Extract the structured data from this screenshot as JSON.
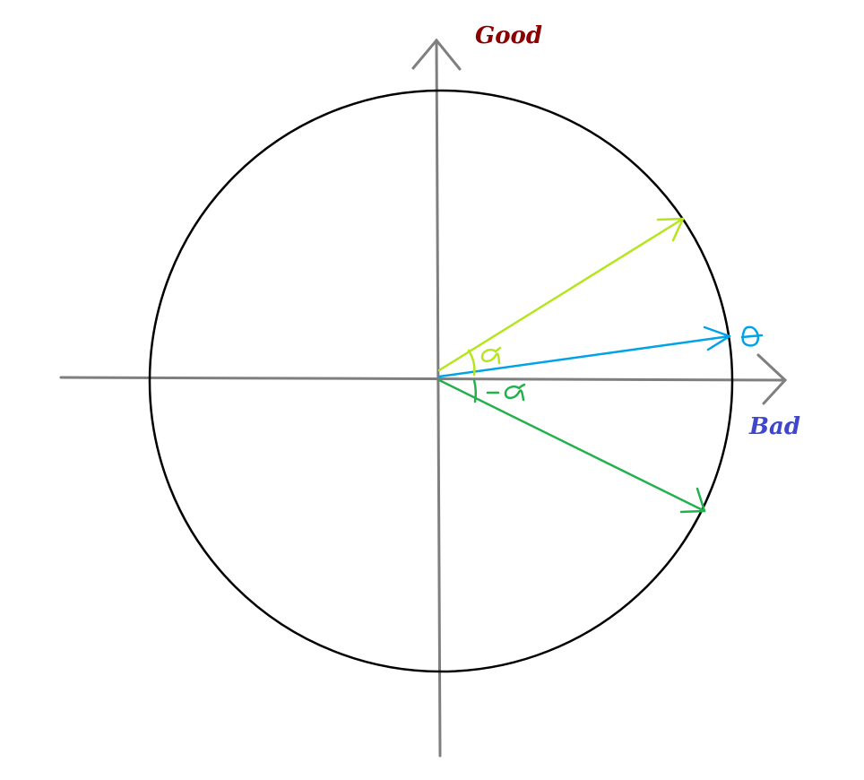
{
  "labels": {
    "good": "Good",
    "bad": "Bad"
  },
  "colors": {
    "axis": "#7f7f7f",
    "circle": "#000000",
    "good_label": "#8b0000",
    "bad_label": "#3f48cc",
    "vector_alpha": "#b5e61d",
    "vector_theta": "#00a2e8",
    "vector_minus_alpha": "#22b14c"
  },
  "vectors": [
    {
      "name": "alpha-vector",
      "label_glyph": "alpha",
      "angle_deg": 31
    },
    {
      "name": "theta-vector",
      "label_glyph": "theta",
      "angle_deg": 8
    },
    {
      "name": "minus-alpha-vector",
      "label_glyph": "minus-alpha",
      "angle_deg": -25
    }
  ]
}
